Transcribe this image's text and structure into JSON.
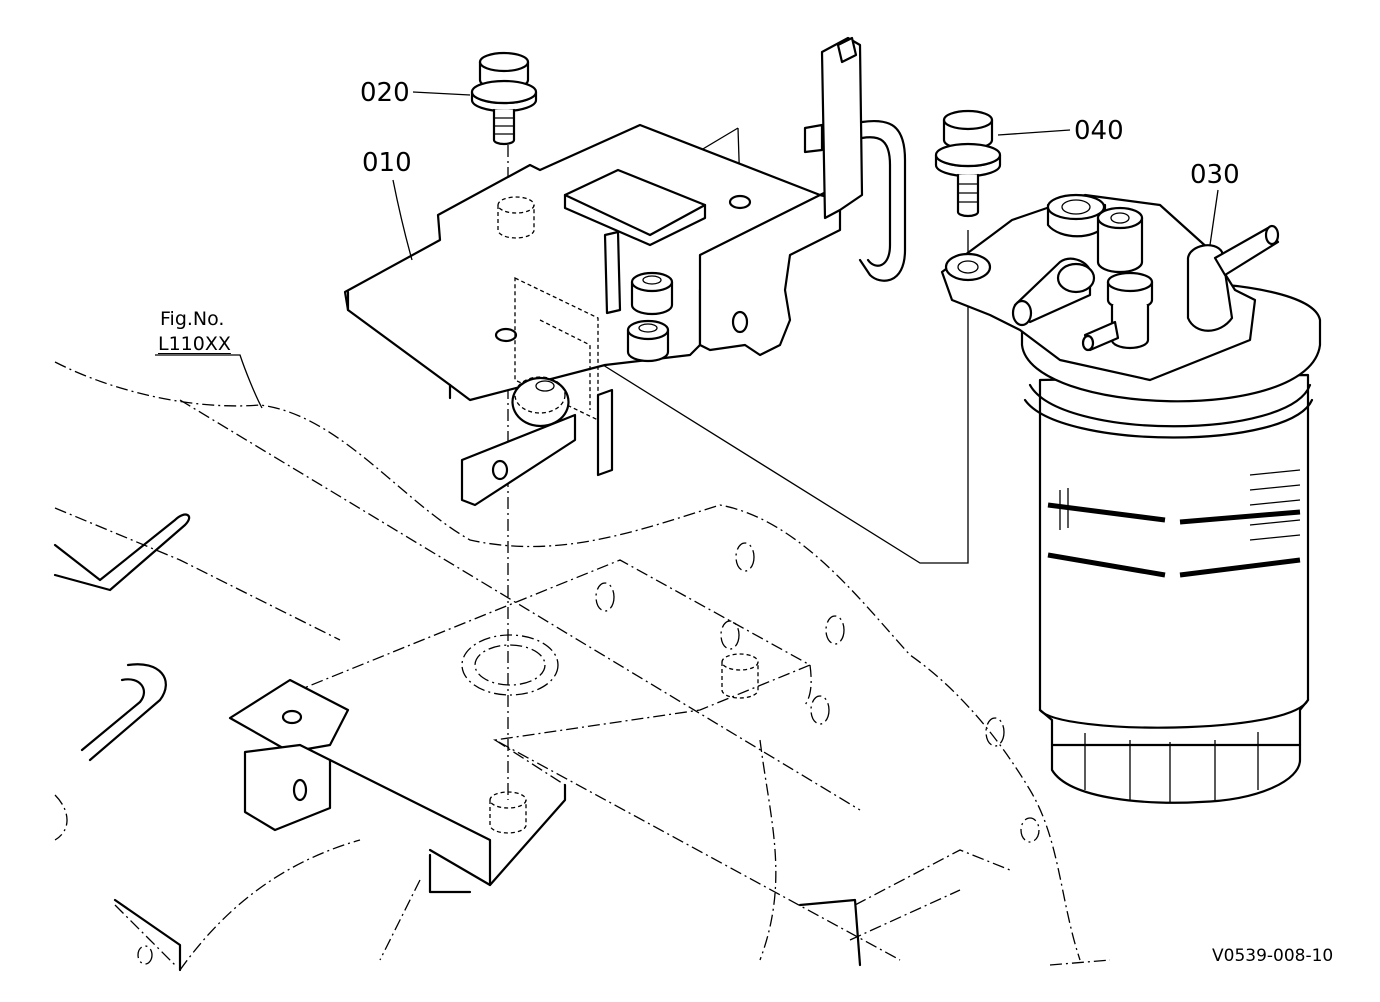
{
  "callouts": {
    "part_010": "010",
    "part_020": "020",
    "part_030": "030",
    "part_040": "040"
  },
  "figure_reference": {
    "label": "Fig.No.",
    "code": "L110XX"
  },
  "diagram_number": "V0539-008-10",
  "colors": {
    "line": "#000000",
    "background": "#ffffff"
  }
}
